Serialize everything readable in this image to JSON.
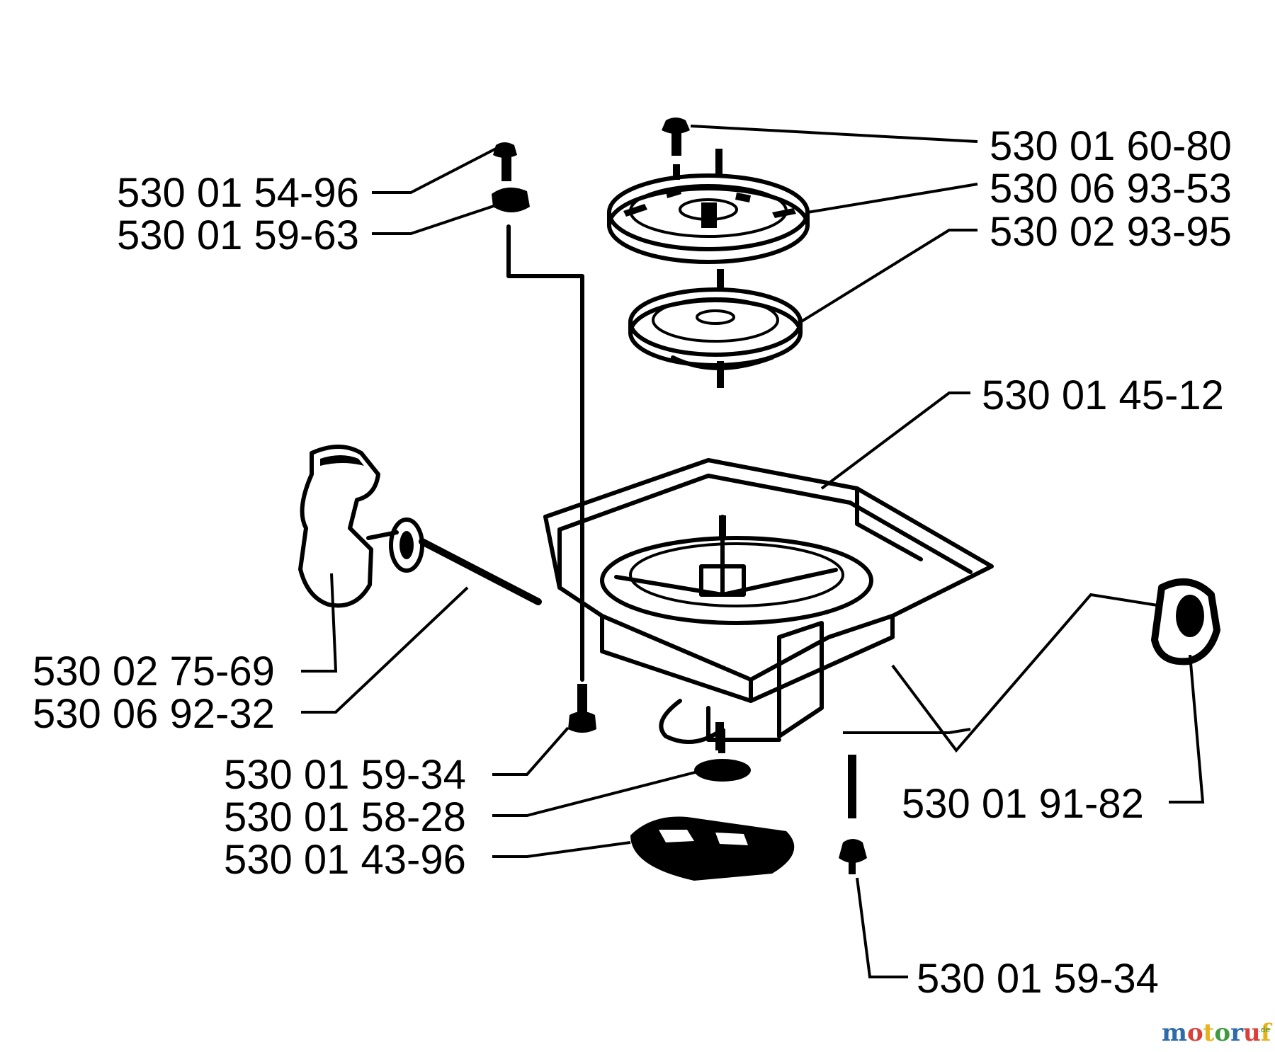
{
  "parts": {
    "p1": "530 01 60-80",
    "p2": "530 06 93-53",
    "p3": "530 02 93-95",
    "p4": "530 01 54-96",
    "p5": "530 01 59-63",
    "p6": "530 01 45-12",
    "p7": "530 02 75-69",
    "p8": "530 06 92-32",
    "p9": "530 01 59-34",
    "p10": "530 01 58-28",
    "p11": "530 01 43-96",
    "p12": "530 01 91-82",
    "p13": "530 01 59-34"
  },
  "watermark": {
    "brand": "motoruf",
    "suffix": ".de",
    "colors": [
      "#2e6ba8",
      "#d9403a",
      "#e7b21a",
      "#3f9a3f"
    ]
  }
}
